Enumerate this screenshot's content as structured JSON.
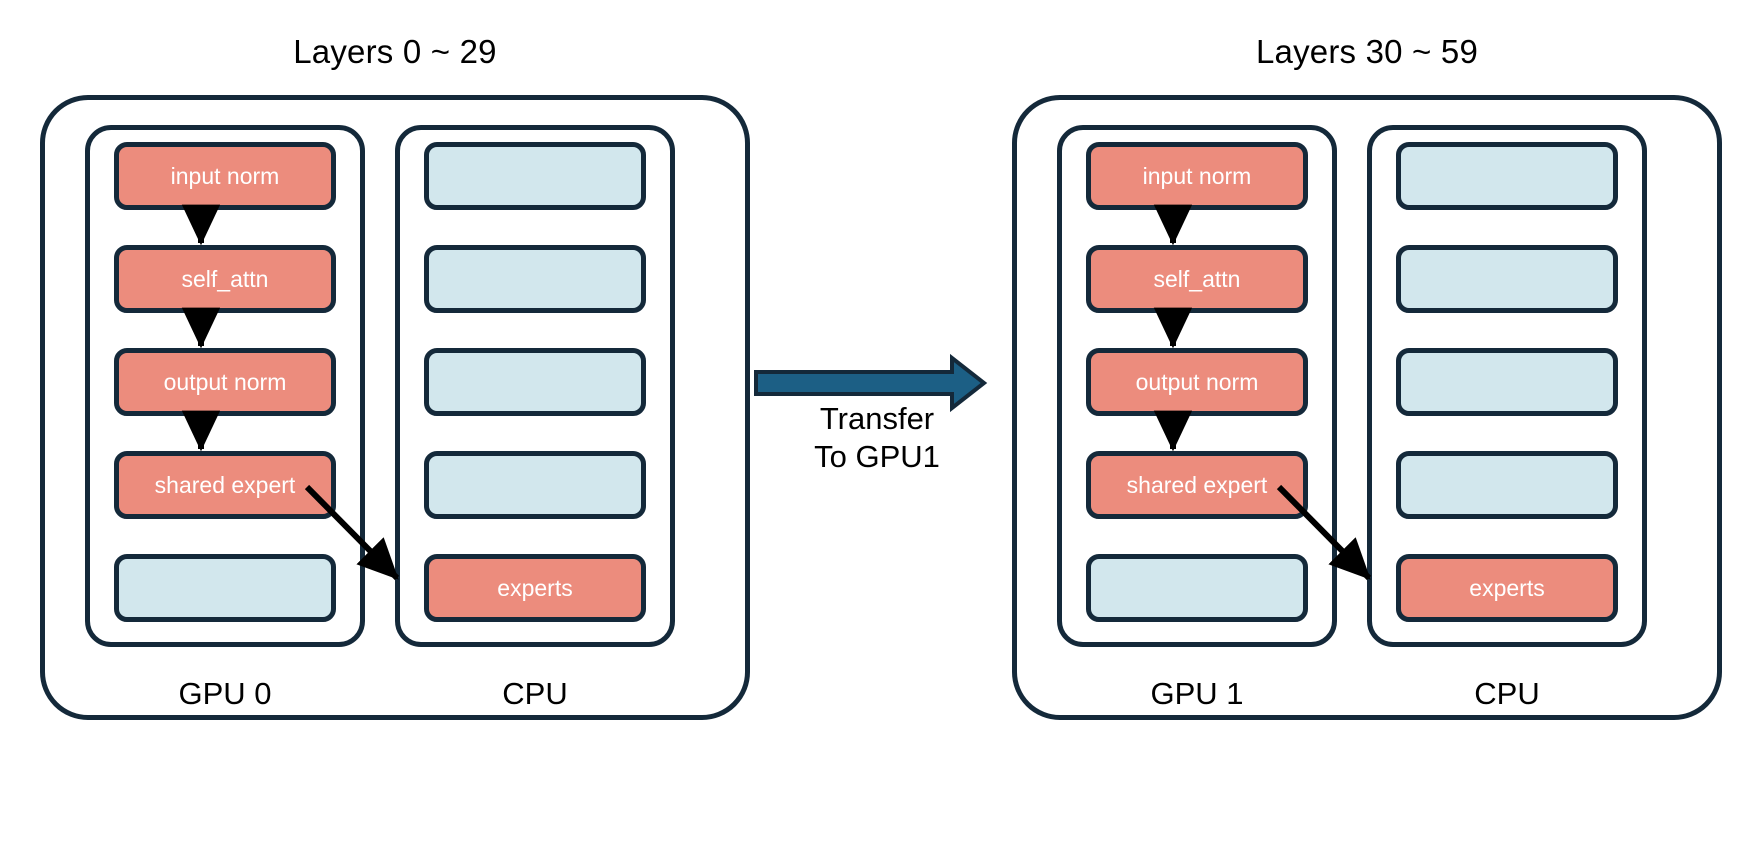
{
  "colors": {
    "stroke": "#14293a",
    "warm_block": "#ec8c7d",
    "cool_block": "#d2e7ed",
    "transfer_arrow": "#1c5f85",
    "flow_arrow": "#000000",
    "canvas": "#ffffff",
    "text_on_block": "#ffffff",
    "text": "#000000"
  },
  "panels": [
    {
      "id": "left",
      "title": "Layers 0 ~ 29",
      "device_label": "GPU 0",
      "host_label": "CPU",
      "gpu_blocks": [
        {
          "label": "input norm",
          "kind": "warm"
        },
        {
          "label": "self_attn",
          "kind": "warm"
        },
        {
          "label": "output norm",
          "kind": "warm"
        },
        {
          "label": "shared expert",
          "kind": "warm"
        },
        {
          "label": "",
          "kind": "cool"
        }
      ],
      "cpu_blocks": [
        {
          "label": "",
          "kind": "cool"
        },
        {
          "label": "",
          "kind": "cool"
        },
        {
          "label": "",
          "kind": "cool"
        },
        {
          "label": "",
          "kind": "cool"
        },
        {
          "label": "experts",
          "kind": "warm"
        }
      ]
    },
    {
      "id": "right",
      "title": "Layers 30 ~ 59",
      "device_label": "GPU 1",
      "host_label": "CPU",
      "gpu_blocks": [
        {
          "label": "input norm",
          "kind": "warm"
        },
        {
          "label": "self_attn",
          "kind": "warm"
        },
        {
          "label": "output norm",
          "kind": "warm"
        },
        {
          "label": "shared expert",
          "kind": "warm"
        },
        {
          "label": "",
          "kind": "cool"
        }
      ],
      "cpu_blocks": [
        {
          "label": "",
          "kind": "cool"
        },
        {
          "label": "",
          "kind": "cool"
        },
        {
          "label": "",
          "kind": "cool"
        },
        {
          "label": "",
          "kind": "cool"
        },
        {
          "label": "experts",
          "kind": "warm"
        }
      ]
    }
  ],
  "transfer": {
    "line1": "Transfer",
    "line2": "To GPU1",
    "icon": "right-block-arrow-icon"
  }
}
